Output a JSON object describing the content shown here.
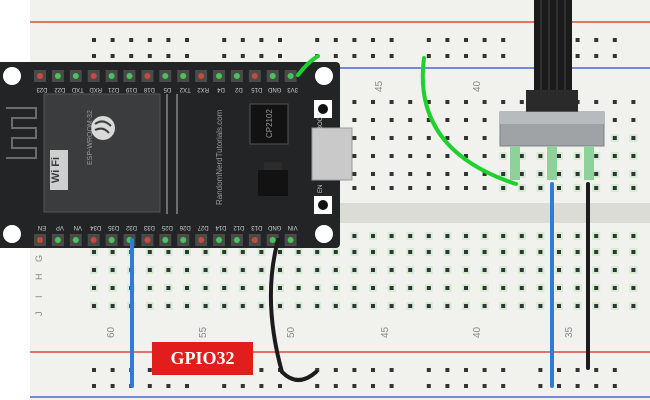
{
  "board": {
    "module_name": "ESP-WROOM-32",
    "wifi_text": "Wi Fi",
    "chip_label": "CP2102",
    "credit": "RandomNerdTutorials.com",
    "boot_label": "BOOT",
    "en_label": "EN",
    "top_pins": [
      "D23",
      "D22",
      "TXD",
      "RXD",
      "D21",
      "D19",
      "D18",
      "D5",
      "TX2",
      "RX2",
      "D4",
      "D2",
      "D15",
      "GND",
      "3V3"
    ],
    "bottom_pins": [
      "EN",
      "VP",
      "VN",
      "D34",
      "D35",
      "D32",
      "D33",
      "D25",
      "D26",
      "D27",
      "D14",
      "D12",
      "D13",
      "GND",
      "VIN"
    ]
  },
  "breadboard": {
    "column_numbers_top": [
      "45",
      "40"
    ],
    "column_numbers_bottom": [
      "60",
      "55",
      "50",
      "45",
      "40",
      "35"
    ],
    "row_letters": [
      "G",
      "H",
      "I",
      "J"
    ]
  },
  "callout": {
    "text": "GPIO32",
    "color": "#e21d1d"
  },
  "colors": {
    "wire_green": "#1fd12c",
    "wire_blue": "#2f7bd6",
    "wire_black": "#1c1c1c",
    "rail_red": "#e0473f",
    "rail_blue": "#4a67d6",
    "board_body": "#222426"
  }
}
